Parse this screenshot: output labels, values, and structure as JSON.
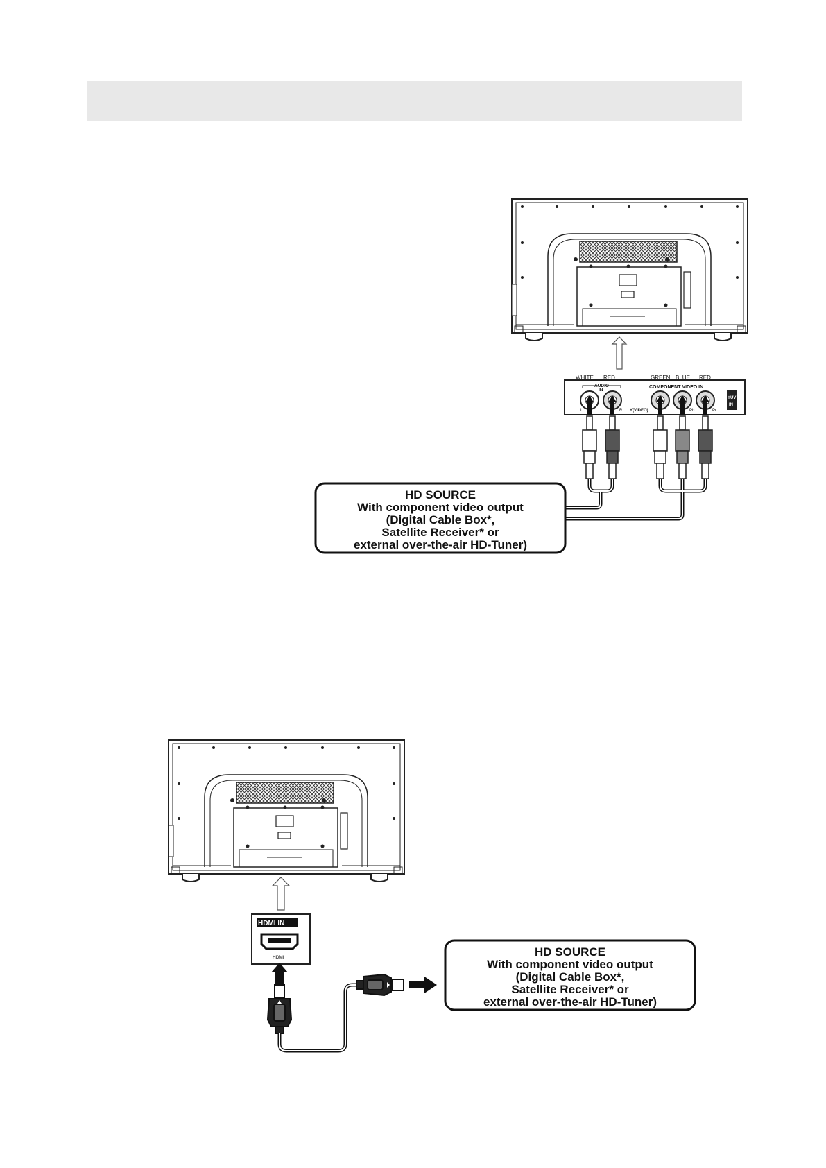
{
  "component_diagram": {
    "jack_labels": {
      "white": "WHITE",
      "red_audio": "RED",
      "green": "GREEN",
      "blue": "BLUE",
      "red_video": "RED",
      "audio_in": "AUDIO",
      "audio_in_2": "IN",
      "component_video_in": "COMPONENT VIDEO IN",
      "left": "L",
      "right": "R",
      "y_video": "Y(VIDEO)",
      "pb": "Pb",
      "pr": "Pr",
      "ypbpr_badge_1": "YUV",
      "ypbpr_badge_2": "IN"
    },
    "source_box": {
      "line1": "HD SOURCE",
      "line2": "With component video output",
      "line3": "(Digital Cable Box*,",
      "line4": "Satellite Receiver* or",
      "line5": "external over-the-air HD-Tuner)"
    }
  },
  "hdmi_diagram": {
    "panel_label": "HDMI IN",
    "port_label": "HDMI",
    "source_box": {
      "line1": "HD SOURCE",
      "line2": "With component video output",
      "line3": "(Digital Cable Box*,",
      "line4": "Satellite Receiver* or",
      "line5": "external over-the-air HD-Tuner)"
    }
  }
}
